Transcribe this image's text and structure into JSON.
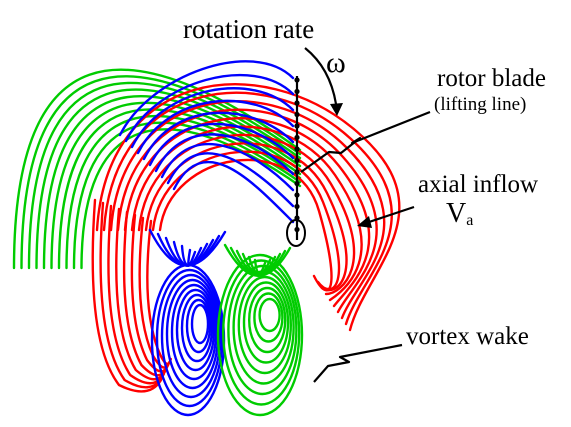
{
  "labels": {
    "rotation_rate": "rotation rate",
    "omega": "ω",
    "rotor_blade": "rotor blade",
    "lifting_line": "(lifting line)",
    "axial_inflow": "axial inflow",
    "va_main": "V",
    "va_sub": "a",
    "vortex_wake": "vortex wake"
  },
  "colors": {
    "blade_1_wake": "#ff0000",
    "blade_2_wake": "#0000ff",
    "blade_3_wake": "#00cc00",
    "annotation": "#000000"
  }
}
